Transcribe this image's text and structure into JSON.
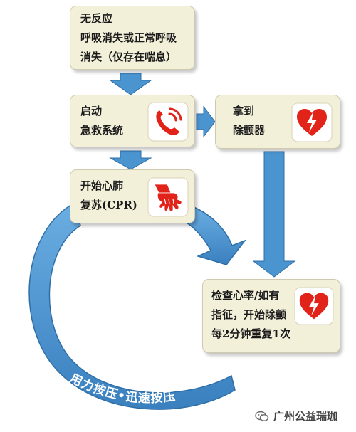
{
  "steps": [
    {
      "lines": [
        "无反应",
        "呼吸消失或正常呼吸",
        "消失（仅存在喘息）"
      ]
    },
    {
      "lines": [
        "启动",
        "急救系统"
      ],
      "icon": "phone-icon"
    },
    {
      "lines": [
        "拿到",
        "除颤器"
      ],
      "icon": "heart-lightning-icon"
    },
    {
      "lines": [
        "开始心肺",
        "复苏(CPR)"
      ],
      "icon": "cpr-hands-icon"
    },
    {
      "lines": [
        "检查心率/如有",
        "指征，开始除颤",
        "每2分钟重复1次"
      ],
      "icon": "heart-lightning-icon"
    }
  ],
  "cycle_label": "用力按压•迅速按压",
  "watermark": "广州公益瑞珈",
  "colors": {
    "box_fill": "#f3f0da",
    "arrow": "#4a94d0",
    "icon_red": "#e2231a",
    "text": "#1a1a1a"
  }
}
